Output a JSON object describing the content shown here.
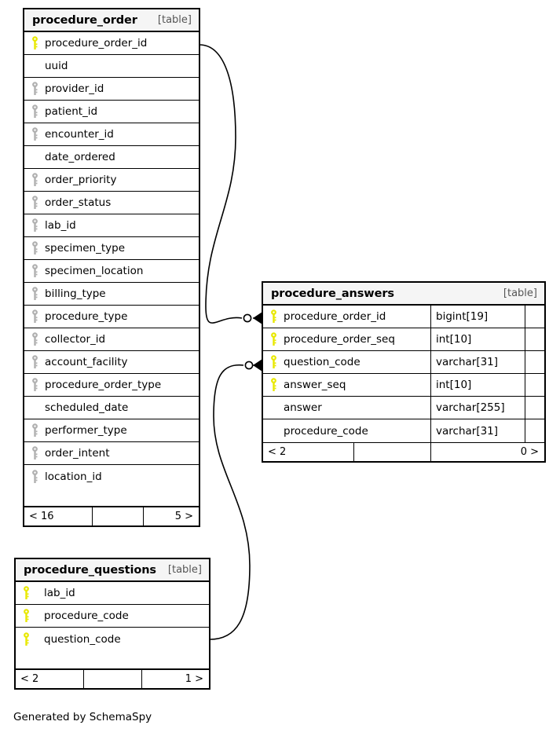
{
  "diagram": {
    "caption": "Generated by SchemaSpy",
    "table_tag": "[table]",
    "ellipsis": "...",
    "colors": {
      "primary_key": "#e8e800",
      "foreign_key": "#b0b0b0",
      "border": "#000000",
      "header_bg": "#f5f5f5",
      "tag_text": "#555555"
    }
  },
  "tables": [
    {
      "id": "procedure_order",
      "name": "procedure_order",
      "tag": "[table]",
      "has_ellipsis": true,
      "columns": [
        {
          "name": "procedure_order_id",
          "key": "primary"
        },
        {
          "name": "uuid",
          "key": "none"
        },
        {
          "name": "provider_id",
          "key": "foreign"
        },
        {
          "name": "patient_id",
          "key": "foreign"
        },
        {
          "name": "encounter_id",
          "key": "foreign"
        },
        {
          "name": "date_ordered",
          "key": "none"
        },
        {
          "name": "order_priority",
          "key": "foreign"
        },
        {
          "name": "order_status",
          "key": "foreign"
        },
        {
          "name": "lab_id",
          "key": "foreign"
        },
        {
          "name": "specimen_type",
          "key": "foreign"
        },
        {
          "name": "specimen_location",
          "key": "foreign"
        },
        {
          "name": "billing_type",
          "key": "foreign"
        },
        {
          "name": "procedure_type",
          "key": "foreign"
        },
        {
          "name": "collector_id",
          "key": "foreign"
        },
        {
          "name": "account_facility",
          "key": "foreign"
        },
        {
          "name": "procedure_order_type",
          "key": "foreign"
        },
        {
          "name": "scheduled_date",
          "key": "none"
        },
        {
          "name": "performer_type",
          "key": "foreign"
        },
        {
          "name": "order_intent",
          "key": "foreign"
        },
        {
          "name": "location_id",
          "key": "foreign"
        }
      ],
      "footer": {
        "left": "< 16",
        "middle": "",
        "right": "5 >"
      }
    },
    {
      "id": "procedure_answers",
      "name": "procedure_answers",
      "tag": "[table]",
      "has_ellipsis": false,
      "columns": [
        {
          "name": "procedure_order_id",
          "key": "primary",
          "type": "bigint[19]"
        },
        {
          "name": "procedure_order_seq",
          "key": "primary",
          "type": "int[10]"
        },
        {
          "name": "question_code",
          "key": "primary",
          "type": "varchar[31]"
        },
        {
          "name": "answer_seq",
          "key": "primary",
          "type": "int[10]"
        },
        {
          "name": "answer",
          "key": "none",
          "type": "varchar[255]"
        },
        {
          "name": "procedure_code",
          "key": "none",
          "type": "varchar[31]"
        }
      ],
      "footer": {
        "left": "< 2",
        "middle": "",
        "right": "0 >"
      }
    },
    {
      "id": "procedure_questions",
      "name": "procedure_questions",
      "tag": "[table]",
      "has_ellipsis": true,
      "columns": [
        {
          "name": "lab_id",
          "key": "primary"
        },
        {
          "name": "procedure_code",
          "key": "primary"
        },
        {
          "name": "question_code",
          "key": "primary"
        }
      ],
      "footer": {
        "left": "< 2",
        "middle": "",
        "right": "1 >"
      }
    }
  ],
  "relationships": [
    {
      "id": "order-to-answers",
      "from_table": "procedure_order",
      "from_column": "procedure_order_id",
      "to_table": "procedure_answers",
      "to_column": "procedure_order_id",
      "from_cardinality": "zero-or-one",
      "to_cardinality": "many"
    },
    {
      "id": "questions-to-answers",
      "from_table": "procedure_questions",
      "from_column": "question_code",
      "to_table": "procedure_answers",
      "to_column": "question_code",
      "from_cardinality": "zero-or-one",
      "to_cardinality": "many"
    }
  ]
}
